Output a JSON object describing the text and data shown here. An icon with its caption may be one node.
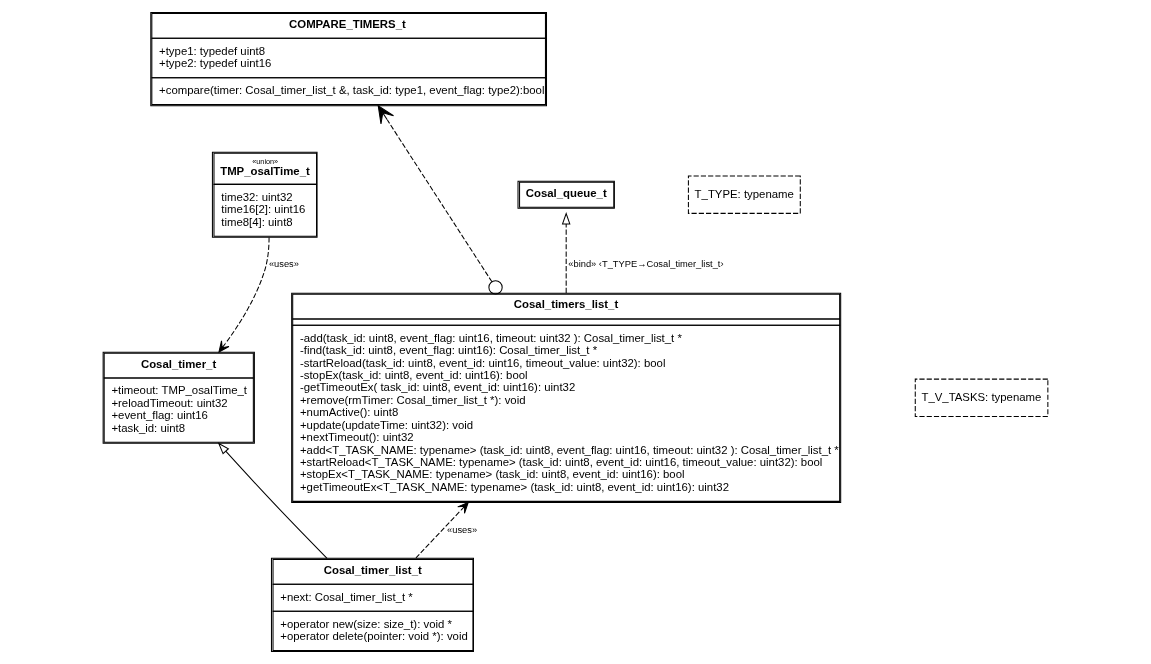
{
  "diagram": {
    "nodes": [
      {
        "text": [
          "COMPARE_TIMERS_t",
          "+type1: typedef uint8",
          "+type2: typedef uint16",
          "+compare(timer: Cosal_timer_list_t &, task_id: type1, event_flag: type2):bool"
        ]
      },
      {
        "text": [
          "T_TYPE: typename"
        ]
      },
      {
        "text": [
          "Cosal_queue_t"
        ]
      },
      {
        "text": [
          "«union»",
          "TMP_osalTime_t",
          "time32: uint32",
          "time16[2]: uint16",
          "time8[4]: uint8"
        ]
      },
      {
        "text": [
          "Cosal_timer_t",
          "+timeout: TMP_osalTime_t",
          "+reloadTimeout: uint32",
          "+event_flag: uint16",
          "+task_id: uint8"
        ]
      },
      {
        "text": [
          "Cosal_timer_list_t",
          "+next: Cosal_timer_list_t *",
          "+operator new(size: size_t): void *",
          "+operator delete(pointer: void *): void"
        ]
      },
      {
        "text": [
          "T_V_TASKS: typename"
        ]
      },
      {
        "text": [
          "Cosal_timers_list_t",
          "-add(task_id: uint8, event_flag: uint16, timeout: uint32 ): Cosal_timer_list_t *",
          "-find(task_id: uint8, event_flag: uint16): Cosal_timer_list_t *",
          "-startReload(task_id: uint8, event_id: uint16, timeout_value: uint32): bool",
          "-stopEx(task_id: uint8, event_id: uint16): bool",
          "-getTimeoutEx( task_id: uint8, event_id: uint16): uint32",
          "+remove(rmTimer: Cosal_timer_list_t *): void",
          "+numActive(): uint8",
          "+update(updateTime: uint32): void",
          "+nextTimeout(): uint32",
          "+add<T_TASK_NAME: typename> (task_id: uint8, event_flag: uint16, timeout: uint32 ): Cosal_timer_list_t *",
          "+startReload<T_TASK_NAME: typename> (task_id: uint8, event_id: uint16, timeout_value: uint32): bool",
          "+stopEx<T_TASK_NAME: typename> (task_id: uint8, event_id: uint16): bool",
          "+getTimeoutEx<T_TASK_NAME: typename> (task_id: uint8, event_id: uint16): uint32"
        ]
      }
    ],
    "edges": [
      {
        "from": 3,
        "to": 4,
        "arrow": "to",
        "style": "dashed",
        "label": "«uses»"
      },
      {
        "from": 5,
        "to": 4,
        "arrow": "to"
      },
      {
        "from": 5,
        "to": 7,
        "arrow": "to",
        "style": "dashed",
        "label": "«uses»"
      },
      {
        "from": 7,
        "to": 2,
        "arrow": "to",
        "style": "dashed",
        "label": "«bind» ‹T_TYPE→Cosal_timer_list_t›"
      },
      {
        "from": 7,
        "to": 0,
        "arrow": "to",
        "style": "dashed"
      }
    ]
  }
}
